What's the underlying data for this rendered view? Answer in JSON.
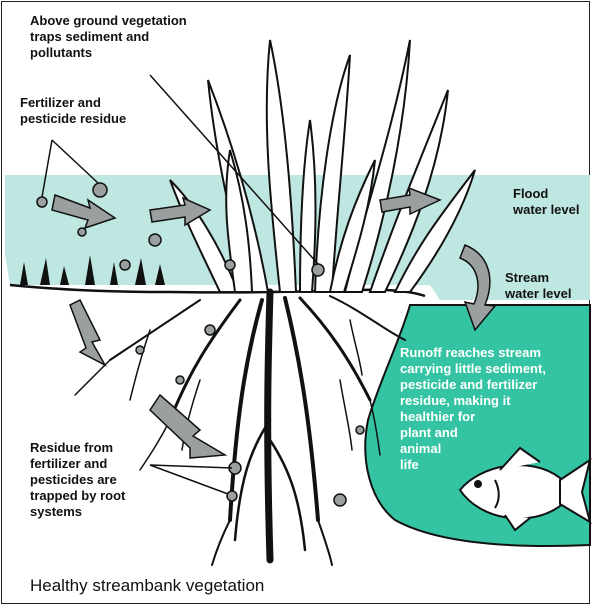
{
  "figure": {
    "caption": "Healthy streambank vegetation",
    "labels": {
      "vegetation": "Above ground vegetation\ntraps sediment and\npollutants",
      "fertilizer": "Fertilizer and\npesticide residue",
      "flood": "Flood\nwater level",
      "stream": "Stream\nwater level",
      "runoff": "Runoff reaches stream\ncarrying little sediment,\npesticide and fertilizer\nresidue, making it\nhealthier for\nplant and\nanimal\nlife",
      "residue": "Residue from\nfertilizer and\npesticides are\ntrapped by root\nsystems"
    },
    "colors": {
      "flood_water": "#bfe7e2",
      "stream_water": "#34c4a4",
      "arrow": "#9aa0a0",
      "ink": "#111111",
      "background": "#ffffff"
    },
    "icons": [
      "fish-icon",
      "grass-blade-icon",
      "root-system-icon",
      "flow-arrow-icon",
      "residue-particle-icon"
    ]
  }
}
